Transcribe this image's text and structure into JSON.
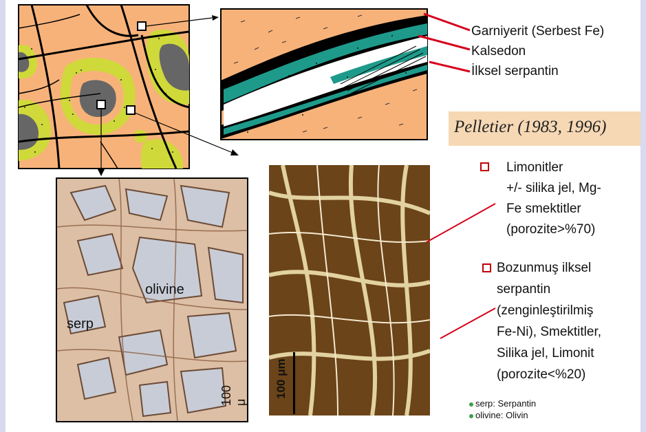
{
  "legend": {
    "garnierite": "Garniyerit (Serbest Fe)",
    "chalcedony": "Kalsedon",
    "primary_serpentine": "İlksel serpantin"
  },
  "citation": "Pelletier (1983, 1996)",
  "bullets": [
    {
      "lines": [
        "Limonitler",
        "+/- silika jel, Mg-",
        "Fe smektitler",
        "(porozite>%70)"
      ]
    },
    {
      "lines": [
        "Bozunmuş ilksel",
        "serpantin",
        "(zenginleştirilmiş",
        "Fe-Ni), Smektitler,",
        "Silika jel, Limonit",
        "(porozite<%20)"
      ]
    }
  ],
  "photo_left": {
    "olivine_label": "olivine",
    "serp_label": "serp",
    "scale_label": "100 μ"
  },
  "photo_right": {
    "scale_label": "100 μm"
  },
  "notes": [
    "serp: Serpantin",
    "olivine: Olivin"
  ],
  "colors": {
    "accent_red": "#d6001c",
    "orange": "#f7b27a",
    "teal": "#1e9a8b",
    "yellow_green": "#cfd93a"
  }
}
